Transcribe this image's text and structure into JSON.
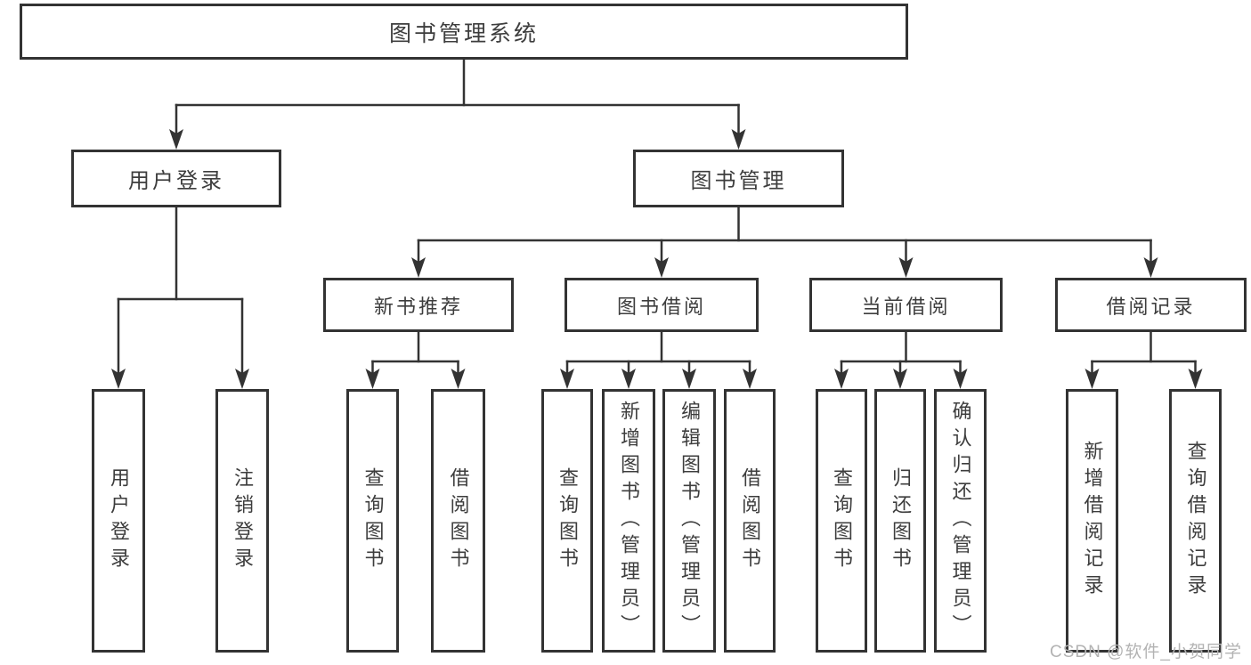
{
  "diagram": {
    "root": {
      "label": "图书管理系统"
    },
    "level2": [
      {
        "id": "user-login",
        "label": "用户登录"
      },
      {
        "id": "book-management",
        "label": "图书管理"
      }
    ],
    "level3": [
      {
        "id": "new-book-recommend",
        "parent": "图书管理",
        "label": "新书推荐"
      },
      {
        "id": "book-borrow",
        "parent": "图书管理",
        "label": "图书借阅"
      },
      {
        "id": "current-borrow",
        "parent": "图书管理",
        "label": "当前借阅"
      },
      {
        "id": "borrow-record",
        "parent": "图书管理",
        "label": "借阅记录"
      }
    ],
    "leaves": [
      {
        "parent": "用户登录",
        "label": "用户登录"
      },
      {
        "parent": "用户登录",
        "label": "注销登录"
      },
      {
        "parent": "新书推荐",
        "label": "查询图书"
      },
      {
        "parent": "新书推荐",
        "label": "借阅图书"
      },
      {
        "parent": "图书借阅",
        "label": "查询图书"
      },
      {
        "parent": "图书借阅",
        "label": "新增图书（管理员）"
      },
      {
        "parent": "图书借阅",
        "label": "编辑图书（管理员）"
      },
      {
        "parent": "图书借阅",
        "label": "借阅图书"
      },
      {
        "parent": "当前借阅",
        "label": "查询图书"
      },
      {
        "parent": "当前借阅",
        "label": "归还图书"
      },
      {
        "parent": "当前借阅",
        "label": "确认归还（管理员）"
      },
      {
        "parent": "借阅记录",
        "label": "新增借阅记录"
      },
      {
        "parent": "借阅记录",
        "label": "查询借阅记录"
      }
    ]
  },
  "watermark": {
    "text": "CSDN @软件_小贺同学"
  },
  "colors": {
    "line": "#333333",
    "box_border": "#333333",
    "text": "#3d3d3d",
    "box_background": "#ffffff",
    "page_background": "#ffffff",
    "watermark": "#b3b3b3"
  }
}
